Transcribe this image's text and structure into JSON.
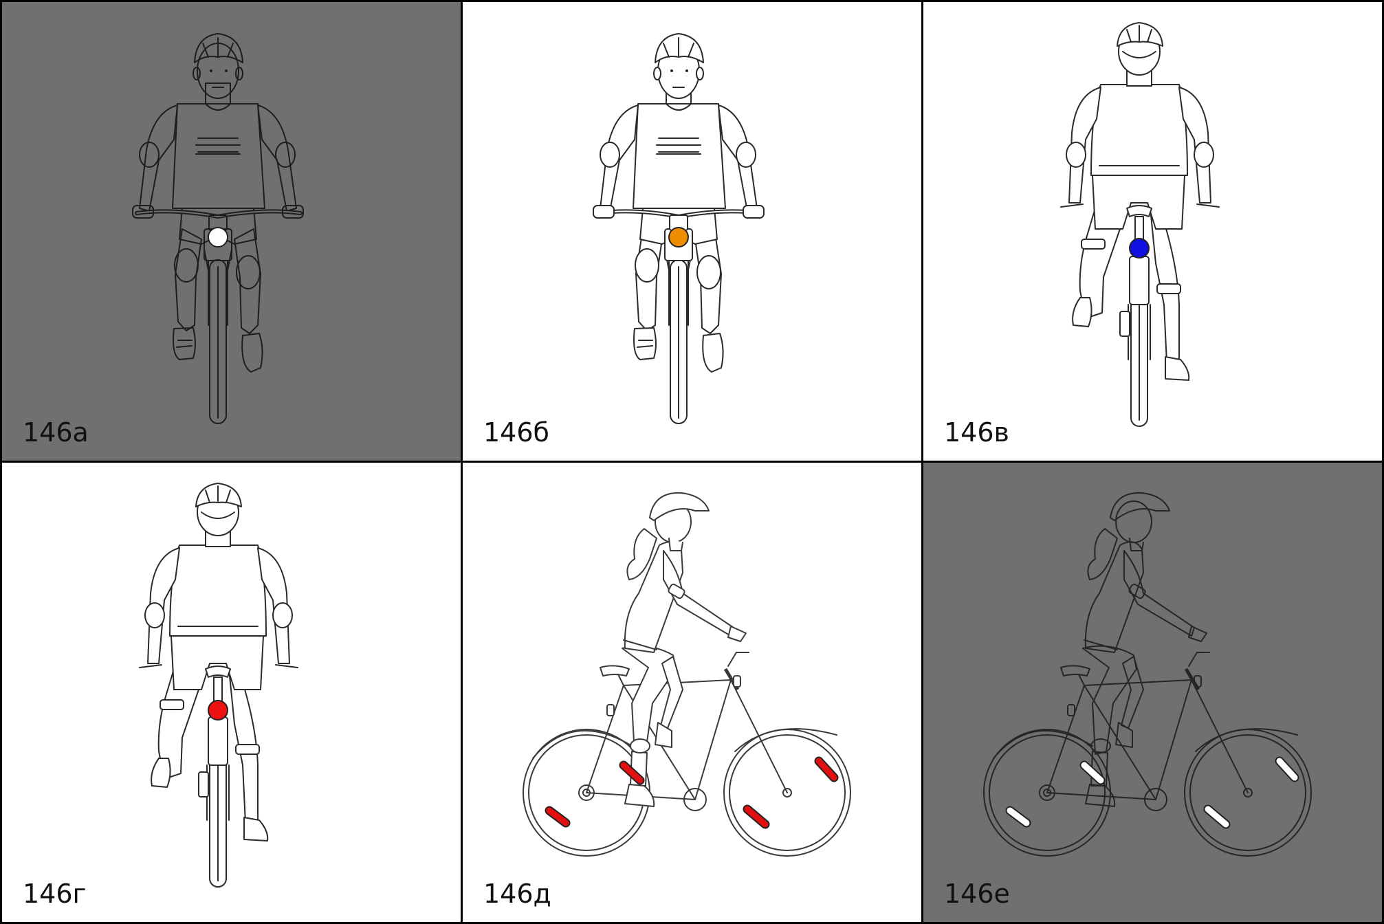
{
  "panels": [
    {
      "id": "a",
      "label": "146а",
      "background": "#707070",
      "view": "front",
      "reflector": "white",
      "color": "#ffffff",
      "line": "#1e1e1e",
      "fill": "none"
    },
    {
      "id": "b",
      "label": "146б",
      "background": "#ffffff",
      "view": "front",
      "reflector": "orange",
      "color": "#f08c00",
      "line": "#2a2a2a",
      "fill": "#ffffff"
    },
    {
      "id": "c",
      "label": "146в",
      "background": "#ffffff",
      "view": "rear",
      "reflector": "blue",
      "color": "#1010e0",
      "line": "#2a2a2a",
      "fill": "#ffffff"
    },
    {
      "id": "d",
      "label": "146г",
      "background": "#ffffff",
      "view": "rear",
      "reflector": "red",
      "color": "#ee1111",
      "line": "#2a2a2a",
      "fill": "#ffffff"
    },
    {
      "id": "e",
      "label": "146д",
      "background": "#ffffff",
      "view": "side",
      "reflector": "red-spokes",
      "color": "#e21010",
      "line": "#3a3a3a",
      "fill": "#ffffff"
    },
    {
      "id": "f",
      "label": "146е",
      "background": "#707070",
      "view": "side",
      "reflector": "white-spokes",
      "color": "#ffffff",
      "line": "#262626",
      "fill": "none"
    }
  ]
}
